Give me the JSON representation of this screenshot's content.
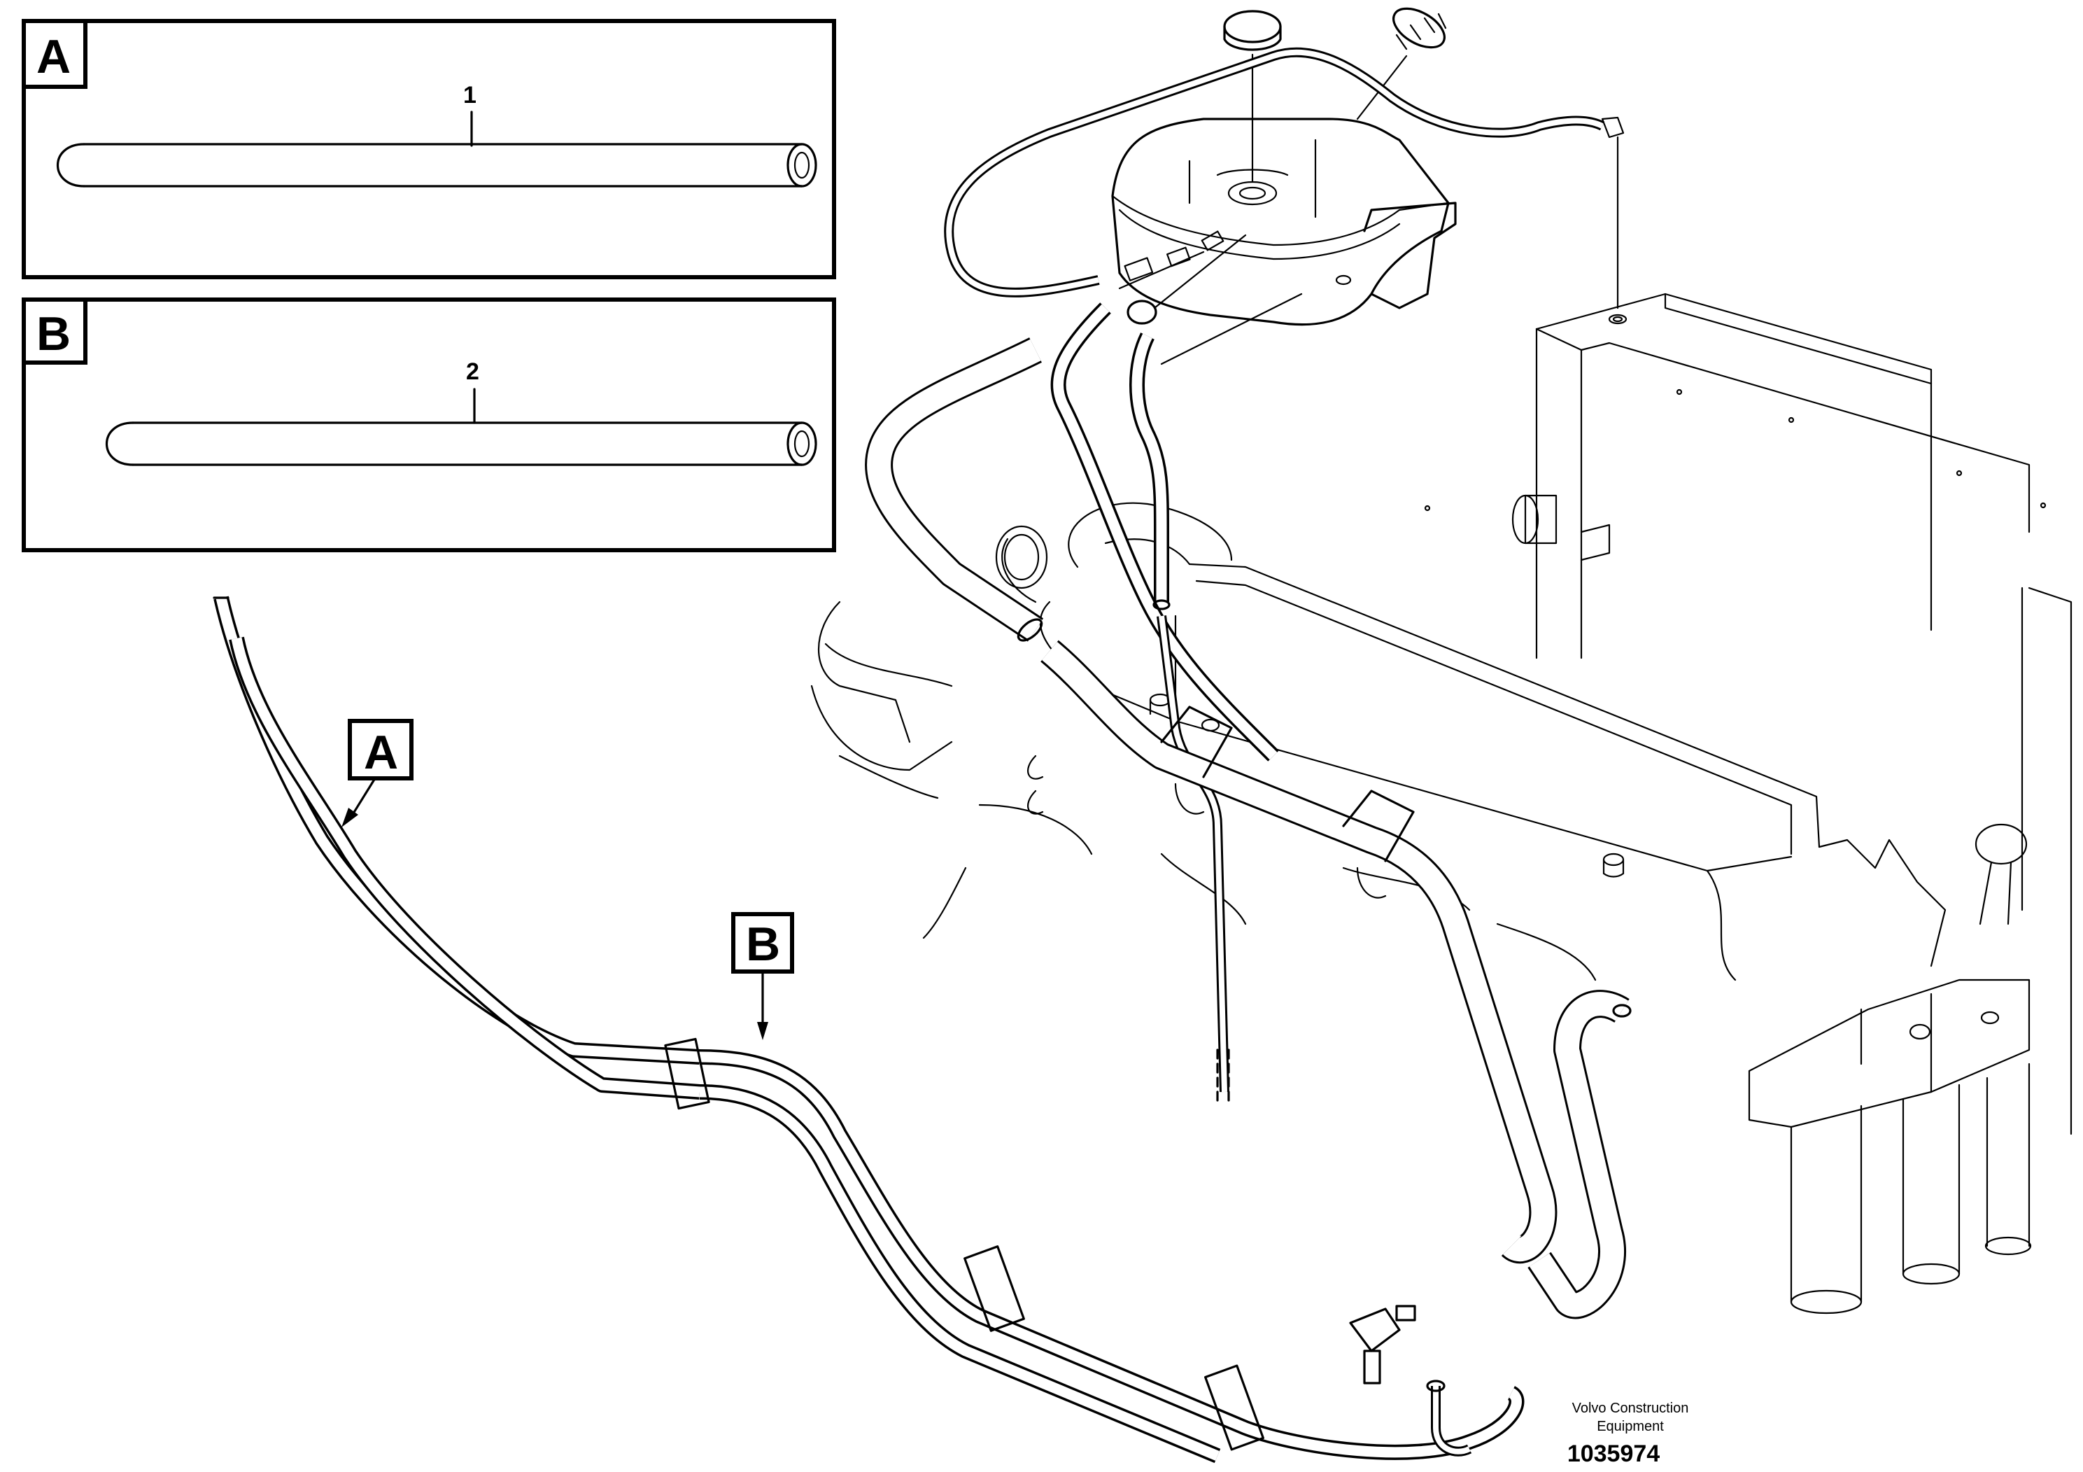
{
  "panels": [
    {
      "label": "A",
      "callout": "1"
    },
    {
      "label": "B",
      "callout": "2"
    }
  ],
  "hose_labels": [
    {
      "label": "A"
    },
    {
      "label": "B"
    }
  ],
  "footer": {
    "brand_line1": "Volvo Construction",
    "brand_line2": "Equipment",
    "drawing_number": "1035974"
  }
}
